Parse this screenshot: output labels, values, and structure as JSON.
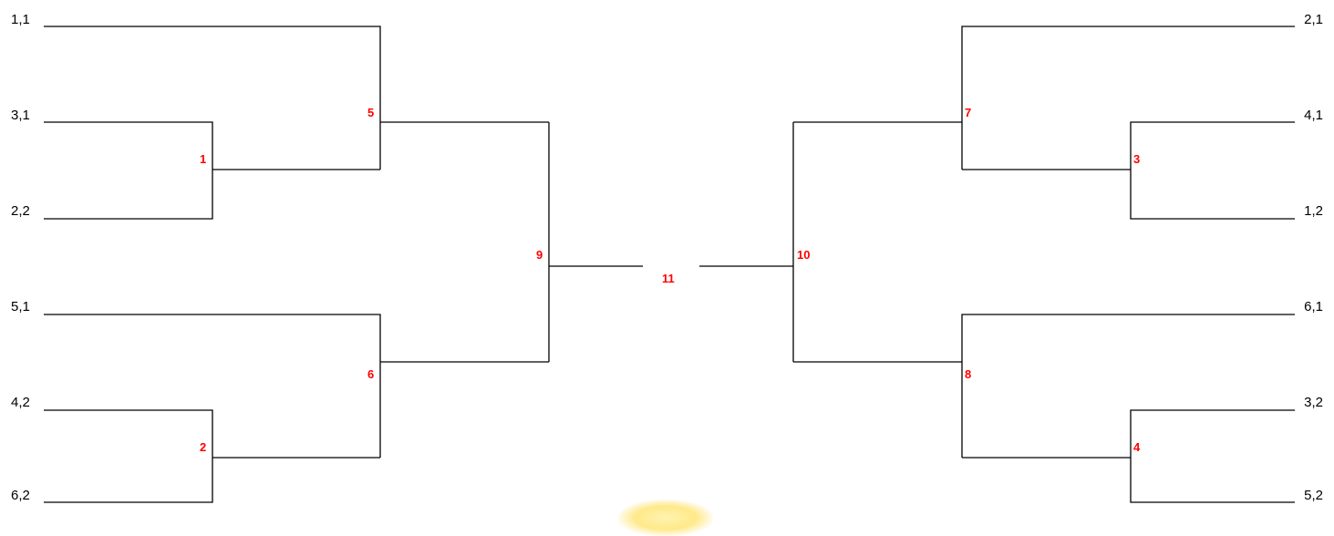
{
  "seeds_left": [
    "1,1",
    "3,1",
    "2,2",
    "5,1",
    "4,2",
    "6,2"
  ],
  "seeds_right": [
    "2,1",
    "4,1",
    "1,2",
    "6,1",
    "3,2",
    "5,2"
  ],
  "matches": {
    "m1": "1",
    "m2": "2",
    "m3": "3",
    "m4": "4",
    "m5": "5",
    "m6": "6",
    "m7": "7",
    "m8": "8",
    "m9": "9",
    "m10": "10",
    "m11": "11"
  },
  "colors": {
    "lines": "#000000",
    "match_numbers": "#ff0000"
  }
}
